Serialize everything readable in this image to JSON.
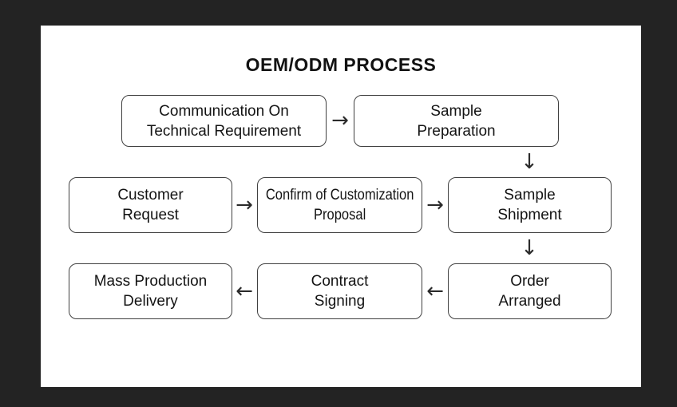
{
  "page": {
    "background_color": "#232323",
    "card_background_color": "#ffffff",
    "border_color": "#404040"
  },
  "title": "OEM/ODM PROCESS",
  "flowchart": {
    "nodes": [
      {
        "id": "communication-on-technical-requirement",
        "label": "Communication On\nTechnical Requirement"
      },
      {
        "id": "sample-preparation",
        "label": "Sample\nPreparation"
      },
      {
        "id": "customer-request",
        "label": "Customer\nRequest"
      },
      {
        "id": "confirm-of-customization-proposal",
        "label": "Confirm of Customization\nProposal"
      },
      {
        "id": "sample-shipment",
        "label": "Sample\nShipment"
      },
      {
        "id": "mass-production-delivery",
        "label": "Mass Production\nDelivery"
      },
      {
        "id": "contract-signing",
        "label": "Contract\nSigning"
      },
      {
        "id": "order-arranged",
        "label": "Order\nArranged"
      }
    ],
    "arrows": [
      {
        "from": "communication-on-technical-requirement",
        "to": "sample-preparation",
        "direction": "right",
        "glyph": "→"
      },
      {
        "from": "sample-preparation",
        "to": "sample-shipment",
        "direction": "down",
        "glyph": "↓"
      },
      {
        "from": "customer-request",
        "to": "confirm-of-customization-proposal",
        "direction": "right",
        "glyph": "→"
      },
      {
        "from": "confirm-of-customization-proposal",
        "to": "sample-shipment",
        "direction": "right",
        "glyph": "→"
      },
      {
        "from": "sample-shipment",
        "to": "order-arranged",
        "direction": "down",
        "glyph": "↓"
      },
      {
        "from": "order-arranged",
        "to": "contract-signing",
        "direction": "left",
        "glyph": "←"
      },
      {
        "from": "contract-signing",
        "to": "mass-production-delivery",
        "direction": "left",
        "glyph": "←"
      }
    ]
  }
}
